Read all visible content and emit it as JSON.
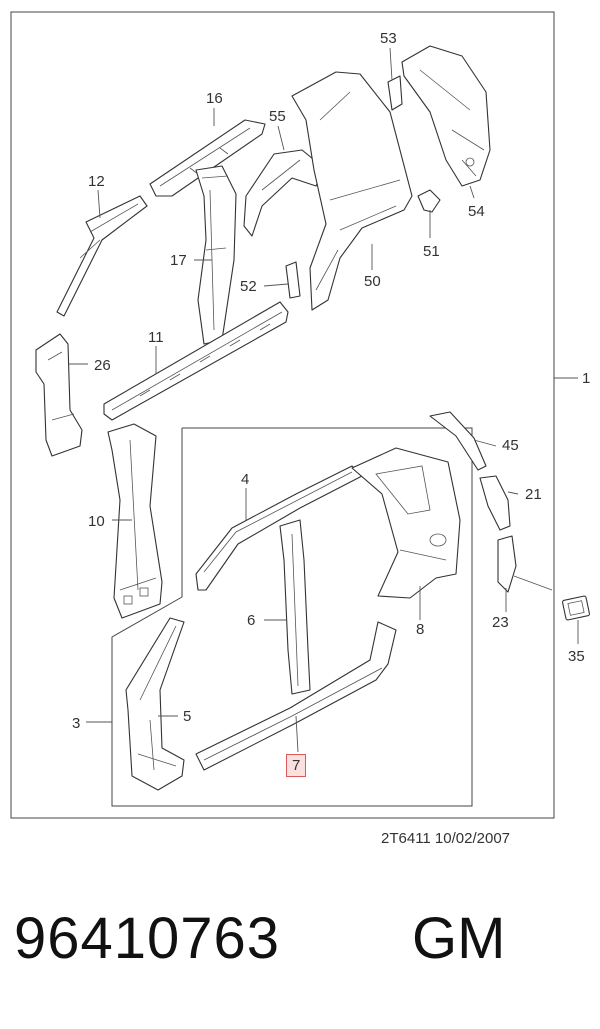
{
  "callouts": [
    {
      "id": "c53",
      "text": "53"
    },
    {
      "id": "c16",
      "text": "16"
    },
    {
      "id": "c55",
      "text": "55"
    },
    {
      "id": "c12",
      "text": "12"
    },
    {
      "id": "c54",
      "text": "54"
    },
    {
      "id": "c17",
      "text": "17"
    },
    {
      "id": "c51",
      "text": "51"
    },
    {
      "id": "c52",
      "text": "52"
    },
    {
      "id": "c50",
      "text": "50"
    },
    {
      "id": "c26",
      "text": "26"
    },
    {
      "id": "c11",
      "text": "11"
    },
    {
      "id": "c1",
      "text": "1"
    },
    {
      "id": "c45",
      "text": "45"
    },
    {
      "id": "c4",
      "text": "4"
    },
    {
      "id": "c21",
      "text": "21"
    },
    {
      "id": "c10",
      "text": "10"
    },
    {
      "id": "c6",
      "text": "6"
    },
    {
      "id": "c8",
      "text": "8"
    },
    {
      "id": "c23",
      "text": "23"
    },
    {
      "id": "c35",
      "text": "35"
    },
    {
      "id": "c3",
      "text": "3"
    },
    {
      "id": "c5",
      "text": "5"
    },
    {
      "id": "c7",
      "text": "7"
    }
  ],
  "highlighted_callout": "7",
  "doc_reference": "2T6411  10/02/2007",
  "part_number": "96410763",
  "brand": "GM",
  "colors": {
    "highlight_border": "#d95a5a",
    "highlight_fill": "#fbe0e0",
    "line": "#333333"
  }
}
